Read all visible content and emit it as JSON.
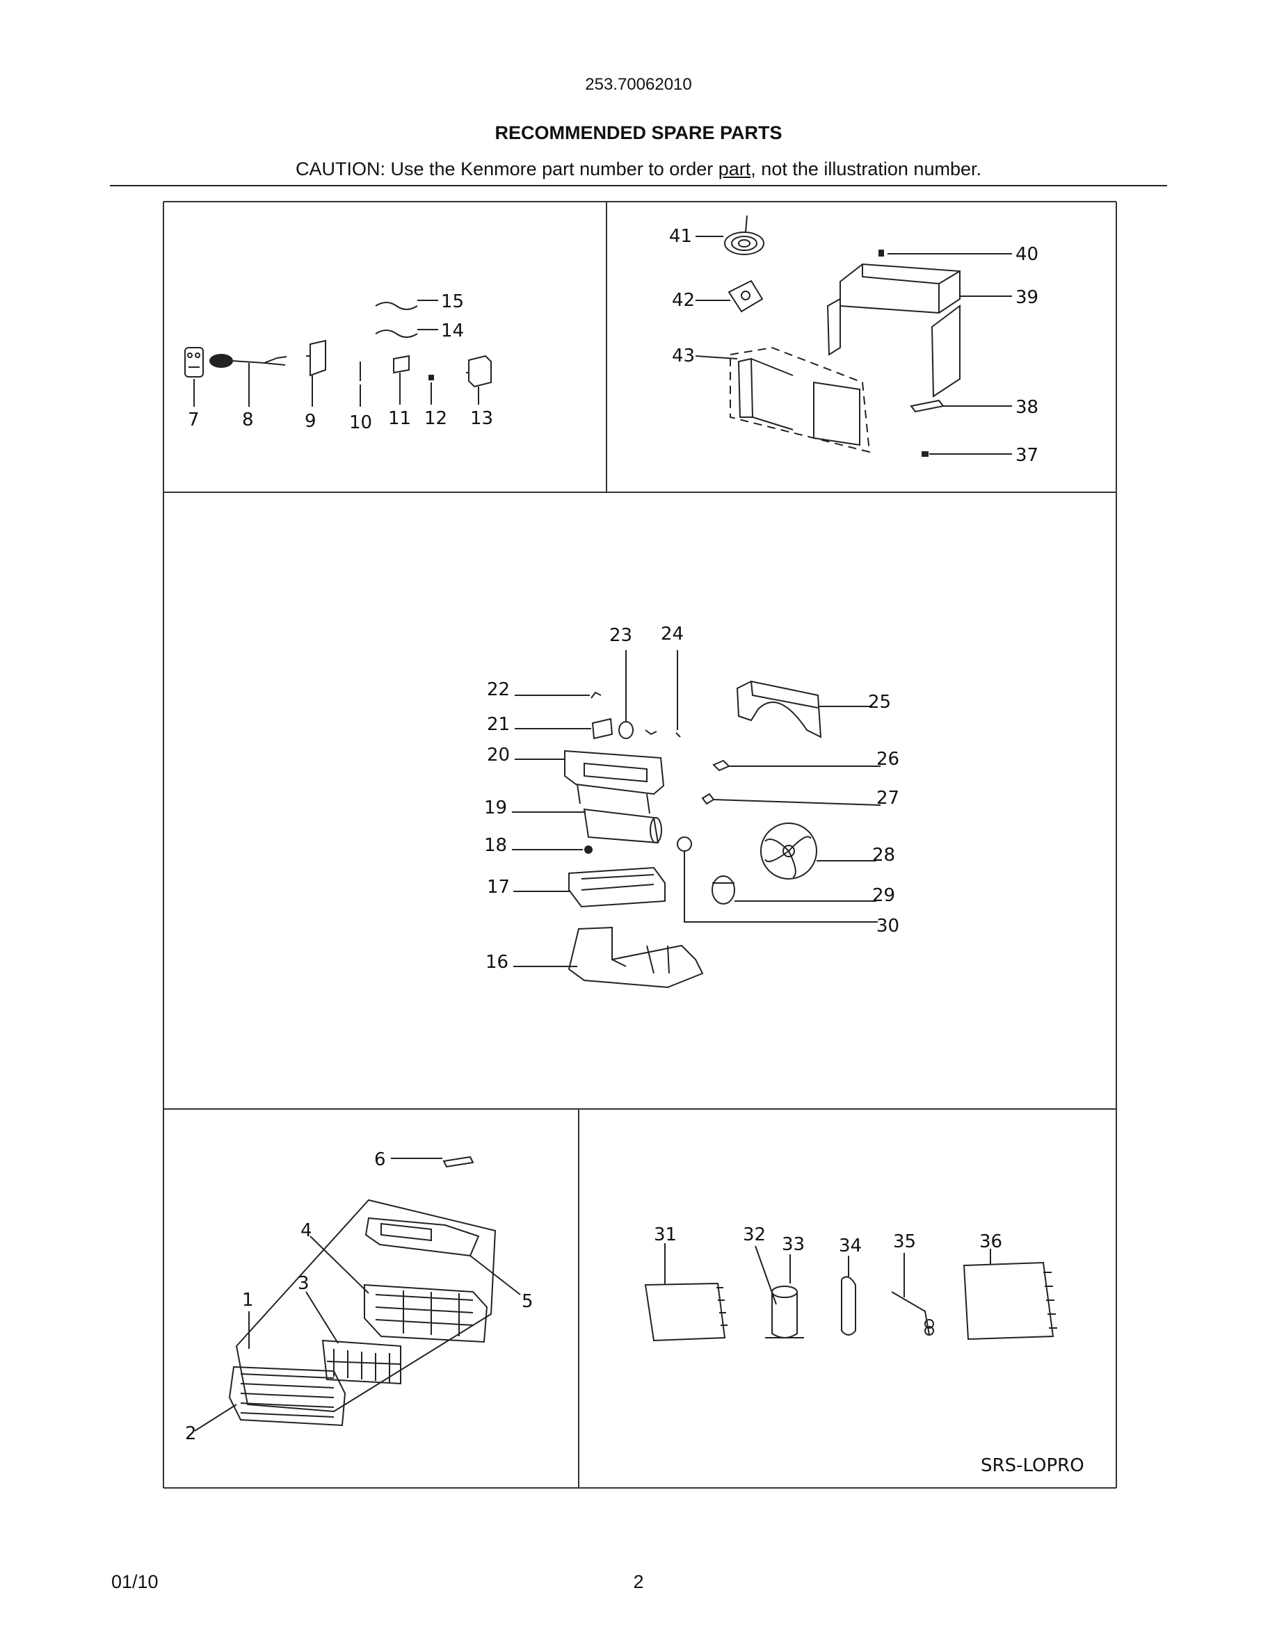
{
  "header": {
    "model_number": "253.70062010",
    "title": "RECOMMENDED SPARE PARTS",
    "caution_prefix": "CAUTION: Use the Kenmore part number to order ",
    "caution_link": "part",
    "caution_suffix": ", not the illustration number."
  },
  "panels": {
    "top_left": {
      "labels": [
        "7",
        "8",
        "9",
        "10",
        "11",
        "12",
        "13",
        "14",
        "15"
      ]
    },
    "top_right": {
      "labels": [
        "37",
        "38",
        "39",
        "40",
        "41",
        "42",
        "43"
      ]
    },
    "middle": {
      "labels": [
        "16",
        "17",
        "18",
        "19",
        "20",
        "21",
        "22",
        "23",
        "24",
        "25",
        "26",
        "27",
        "28",
        "29",
        "30"
      ]
    },
    "bottom_left": {
      "labels": [
        "1",
        "2",
        "3",
        "4",
        "5",
        "6"
      ]
    },
    "bottom_right": {
      "labels": [
        "31",
        "32",
        "33",
        "34",
        "35",
        "36"
      ],
      "code": "SRS-LOPRO"
    }
  },
  "footer": {
    "date": "01/10",
    "page": "2"
  }
}
